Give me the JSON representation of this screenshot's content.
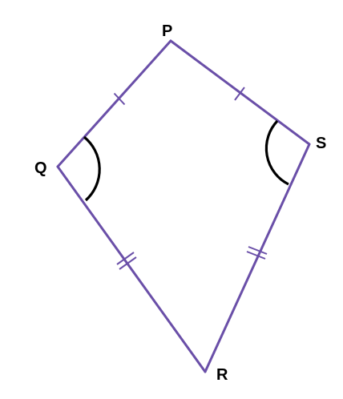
{
  "diagram": {
    "vertices": {
      "P": "P",
      "Q": "Q",
      "R": "R",
      "S": "S"
    },
    "colors": {
      "edge": "#6a4fa8",
      "arc": "#000000",
      "label": "#000000",
      "background": "#ffffff"
    }
  }
}
